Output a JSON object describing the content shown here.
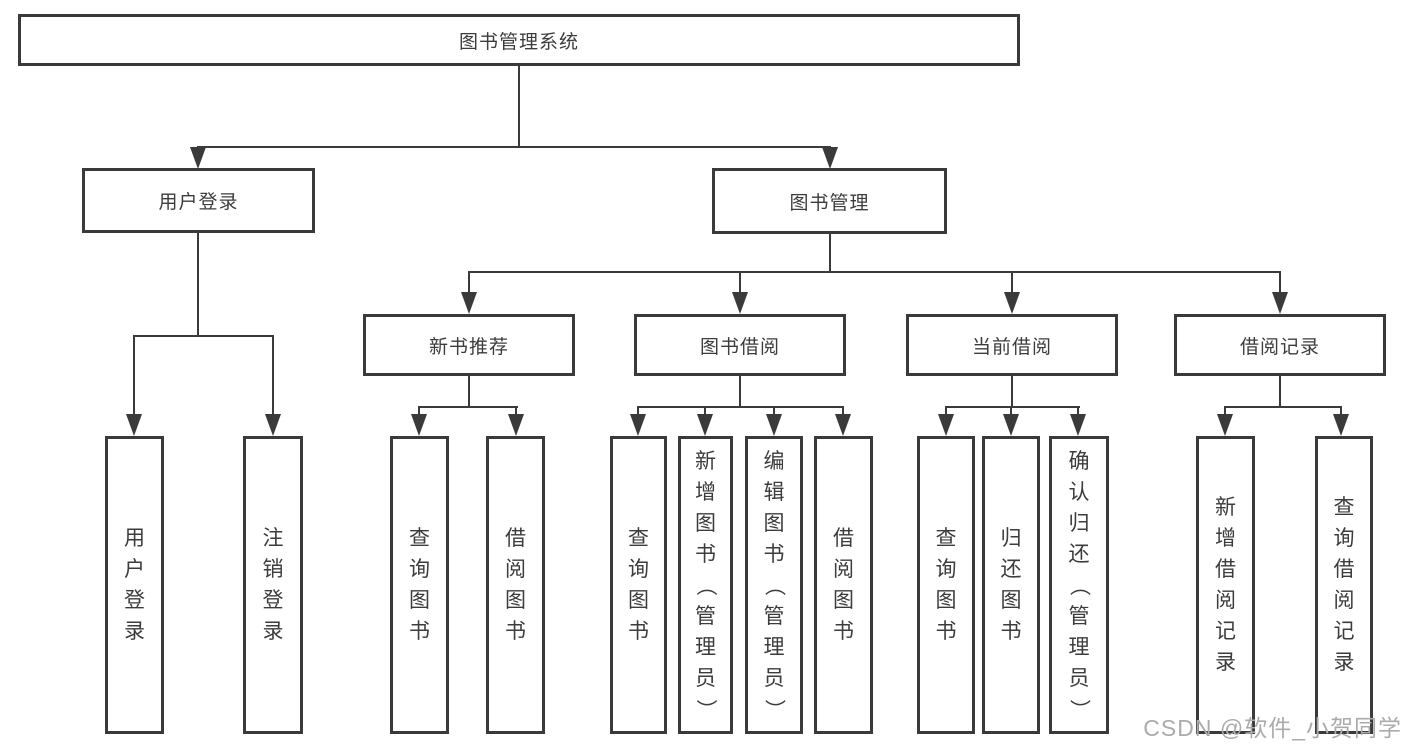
{
  "colors": {
    "line": "#3a3a3a",
    "text": "#3c3c3c",
    "background": "#ffffff",
    "watermark": "#ababab"
  },
  "nodes": {
    "root": "图书管理系统",
    "user_login": "用户登录",
    "book_management": "图书管理",
    "new_book_recommend": "新书推荐",
    "book_borrow": "图书借阅",
    "current_borrow": "当前借阅",
    "borrow_records": "借阅记录",
    "leaf_user_login": "用户登录",
    "leaf_logout_login": "注销登录",
    "leaf_nbr_query_books": "查询图书",
    "leaf_nbr_borrow_books": "借阅图书",
    "leaf_bb_query_books": "查询图书",
    "leaf_bb_add_books": "新增图书（管理员）",
    "leaf_bb_edit_books": "编辑图书（管理员）",
    "leaf_bb_borrow_books": "借阅图书",
    "leaf_cb_query_books": "查询图书",
    "leaf_cb_return_books": "归还图书",
    "leaf_cb_confirm_return": "确认归还（管理员）",
    "leaf_br_add_record": "新增借阅记录",
    "leaf_br_query_record": "查询借阅记录"
  },
  "watermark": "CSDN @软件_小贺同学"
}
